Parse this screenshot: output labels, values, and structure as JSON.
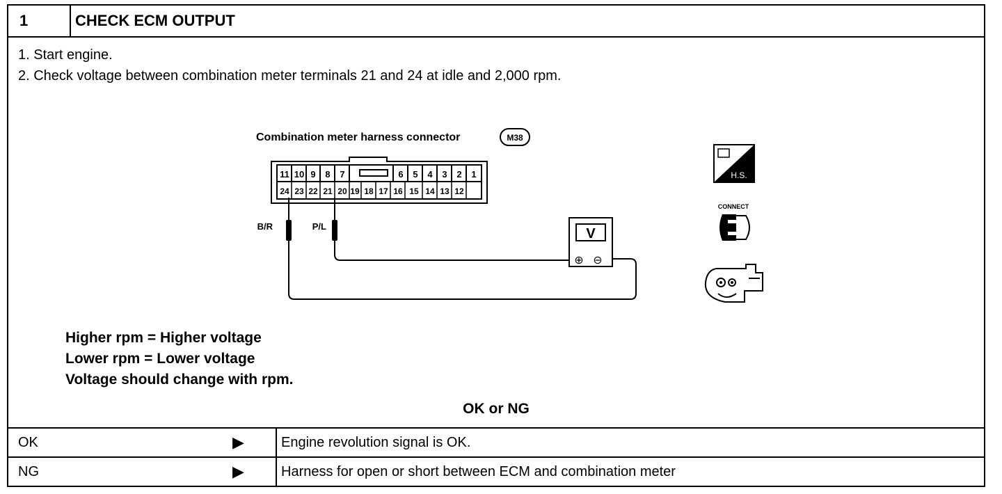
{
  "header": {
    "step_number": "1",
    "title": "CHECK ECM OUTPUT"
  },
  "steps": [
    "1.  Start engine.",
    "2.  Check voltage between combination meter terminals 21 and 24 at idle and 2,000 rpm."
  ],
  "diagram": {
    "connector_title": "Combination meter harness connector",
    "connector_id": "M38",
    "top_row": [
      "11",
      "10",
      "9",
      "8",
      "7",
      "",
      "6",
      "5",
      "4",
      "3",
      "2",
      "1"
    ],
    "bottom_row": [
      "24",
      "23",
      "22",
      "21",
      "20",
      "19",
      "18",
      "17",
      "16",
      "15",
      "14",
      "13",
      "12"
    ],
    "wire_left": "B/R",
    "wire_right": "P/L",
    "meter_label": "V",
    "plus_symbol": "⊕",
    "minus_symbol": "⊖",
    "icon_hs_label": "H.S.",
    "icon_connect_label": "CONNECT"
  },
  "notes": [
    "Higher rpm = Higher voltage",
    "Lower rpm = Lower voltage",
    "Voltage should change with rpm."
  ],
  "ok_ng_label": "OK or NG",
  "results": [
    {
      "label": "OK",
      "arrow": "▶",
      "text": "Engine revolution signal is OK."
    },
    {
      "label": "NG",
      "arrow": "▶",
      "text": "Harness for open or short between ECM and combination meter"
    }
  ]
}
